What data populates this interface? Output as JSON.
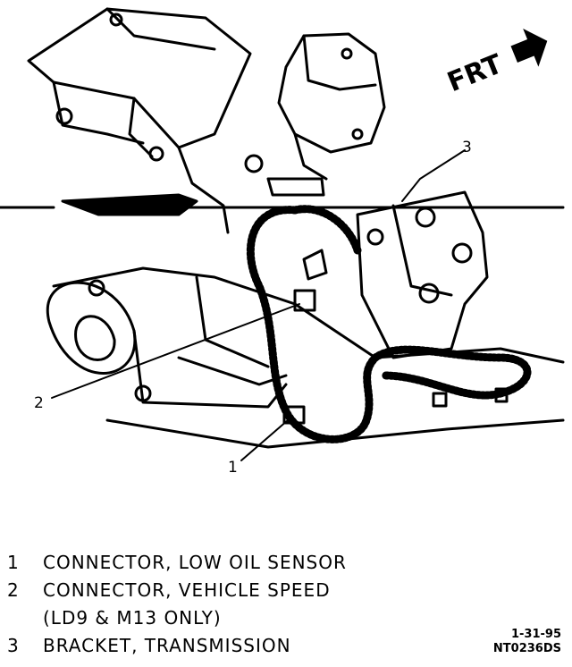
{
  "diagram": {
    "orientation_label": "FRT",
    "callouts": [
      "1",
      "2",
      "3"
    ]
  },
  "legend": [
    {
      "number": "1",
      "text": "CONNECTOR, LOW OIL SENSOR"
    },
    {
      "number": "2",
      "text": "CONNECTOR, VEHICLE SPEED"
    },
    {
      "number": "",
      "text": "(LD9 & M13 ONLY)"
    },
    {
      "number": "3",
      "text": "BRACKET, TRANSMISSION"
    }
  ],
  "reference": {
    "date": "1-31-95",
    "figure_id": "NT0236DS"
  }
}
